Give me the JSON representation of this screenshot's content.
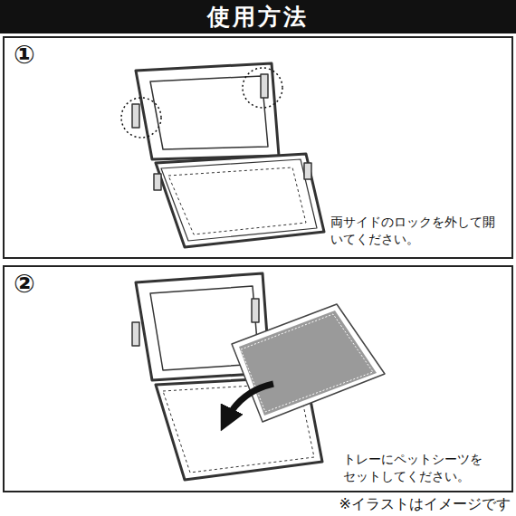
{
  "diagram": {
    "title": "使用方法",
    "caption": "※イラストはイメージです",
    "nodes": [
      {
        "text": [
          "①",
          "両サイドのロックを外して開いてください。"
        ]
      },
      {
        "text": [
          "②",
          "トレーにペットシーツをセットしてください。"
        ]
      }
    ]
  }
}
